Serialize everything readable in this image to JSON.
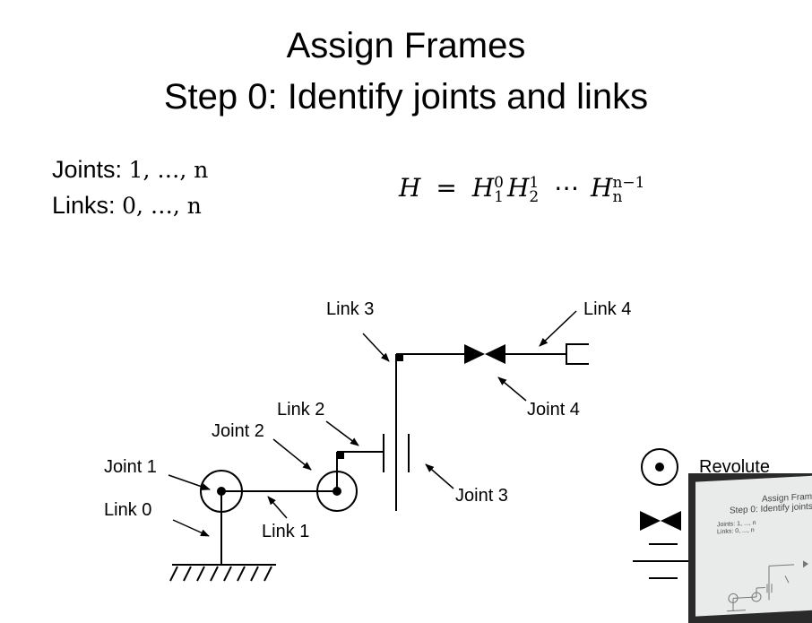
{
  "title": {
    "line1": "Assign Frames",
    "line2": "Step 0: Identify joints and links"
  },
  "definitions": {
    "joints_label": "Joints:",
    "joints_range": "1, …, n",
    "links_label": "Links:",
    "links_range": "0, …, n"
  },
  "formula": {
    "lhs": "H",
    "eq": "=",
    "h": "H",
    "t1_sup": "0",
    "t1_sub": "1",
    "t2_sup": "1",
    "t2_sub": "2",
    "dots": "⋯",
    "t3_sup": "n−1",
    "t3_sub": "n"
  },
  "diagram": {
    "labels": {
      "link3": "Link 3",
      "link4": "Link 4",
      "link2": "Link 2",
      "joint2": "Joint 2",
      "joint4": "Joint 4",
      "joint1": "Joint 1",
      "joint3": "Joint 3",
      "link0": "Link 0",
      "link1": "Link 1"
    }
  },
  "legend": {
    "revolute": "Revolute"
  },
  "thumbnail": {
    "line1": "Assign Frame",
    "line2": "Step 0: Identify joints",
    "line3": "Joints: 1, ..., n",
    "line4": "Links: 0, ..., n"
  }
}
